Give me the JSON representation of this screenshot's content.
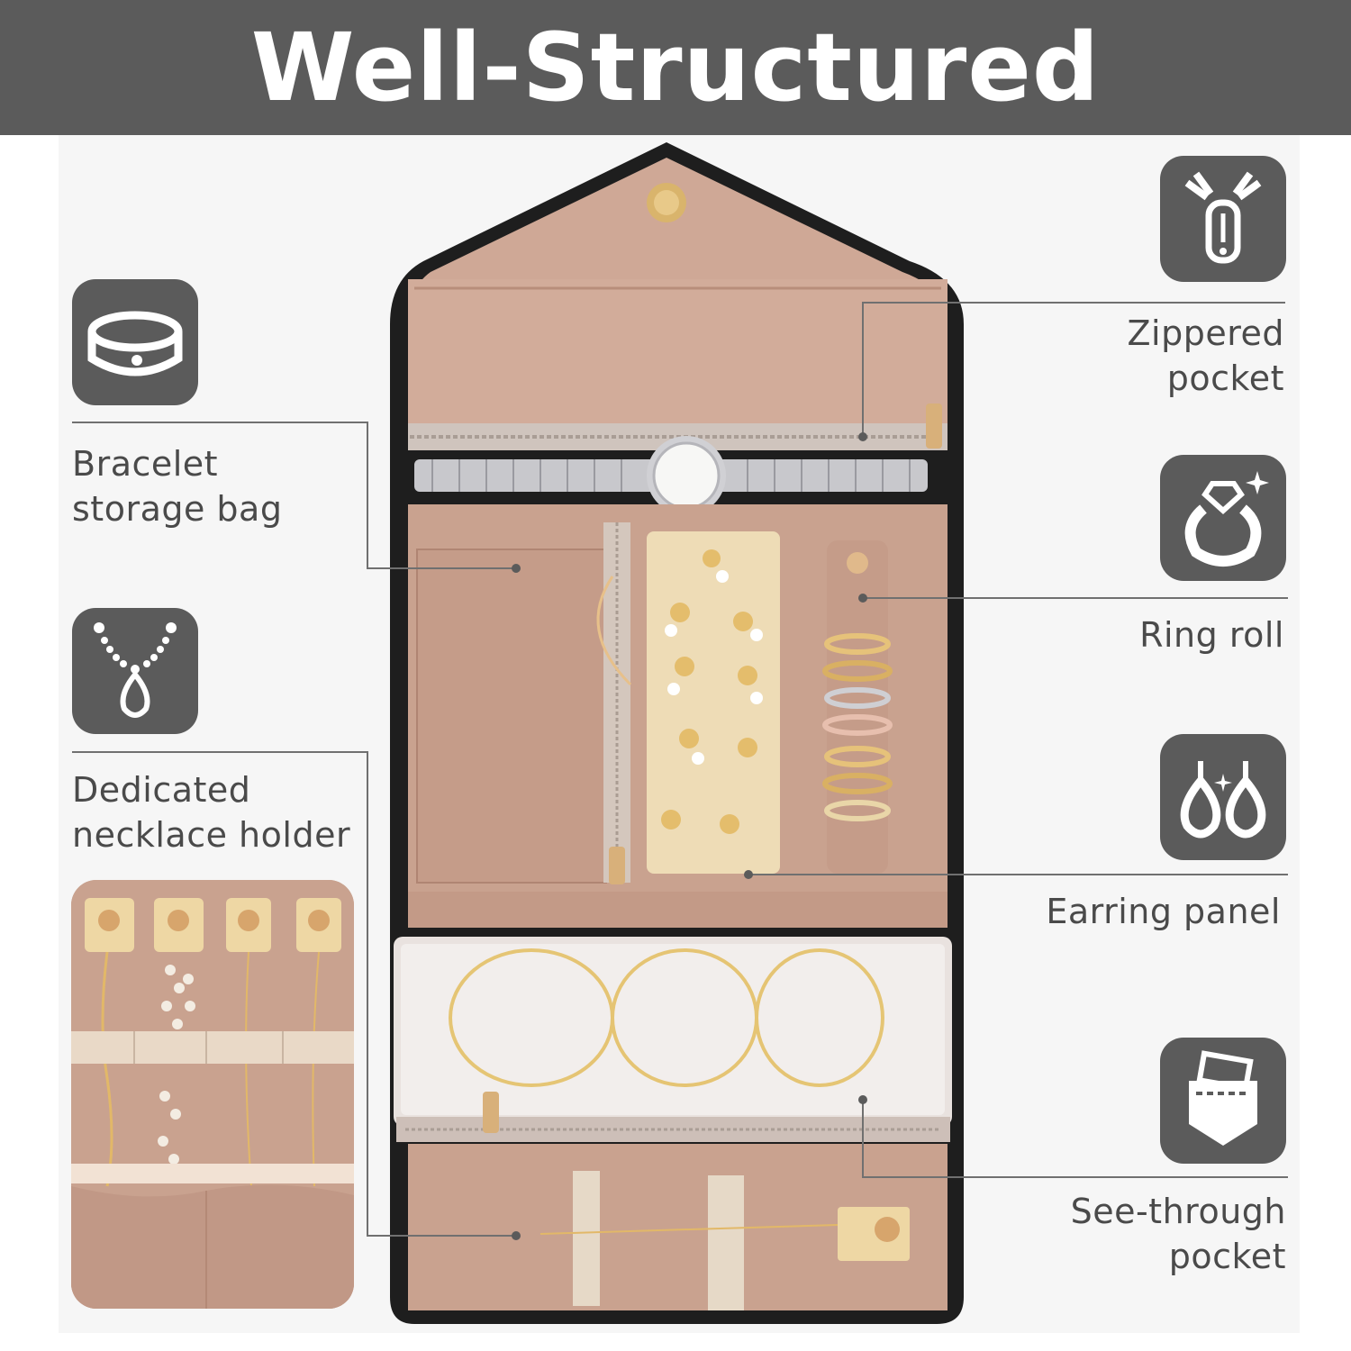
{
  "header": {
    "title": "Well-Structured"
  },
  "features": {
    "bracelet_bag": {
      "label_line1": "Bracelet",
      "label_line2": "storage bag",
      "icon": "bracelet-icon"
    },
    "necklace_holder": {
      "label_line1": "Dedicated",
      "label_line2": "necklace holder",
      "icon": "necklace-icon"
    },
    "zippered_pocket": {
      "label_line1": "Zippered",
      "label_line2": "pocket",
      "icon": "zipper-icon"
    },
    "ring_roll": {
      "label_line1": "Ring roll",
      "icon": "ring-icon"
    },
    "earring_panel": {
      "label_line1": "Earring panel",
      "icon": "earrings-icon"
    },
    "see_through_pocket": {
      "label_line1": "See-through",
      "label_line2": "pocket",
      "icon": "pocket-icon"
    }
  },
  "colors": {
    "header_bg": "#5b5b5b",
    "icon_bg": "#5b5b5b",
    "text": "#4a4a4a",
    "lining": "#c9a28f",
    "case_black": "#1e1e1e",
    "earring_panel": "#eedcb6",
    "gold": "#d9a94a"
  }
}
